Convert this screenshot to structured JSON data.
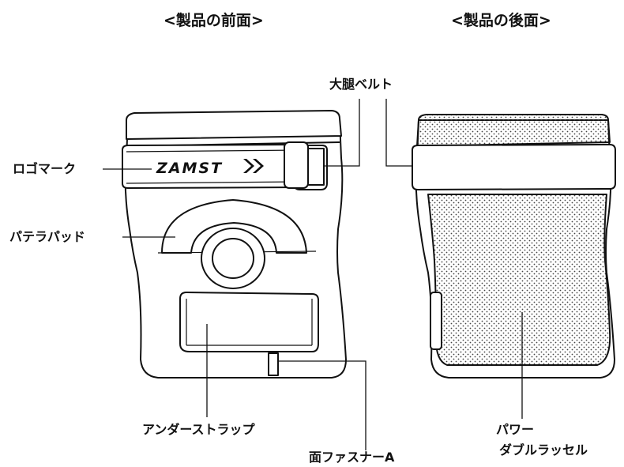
{
  "titles": {
    "front": "<製品の前面>",
    "back": "<製品の後面>"
  },
  "callouts": {
    "thigh_belt": "大腿ベルト",
    "logo_mark": "ロゴマーク",
    "patella_pad": "パテラパッド",
    "under_strap": "アンダーストラップ",
    "fastener": "面ファスナーA",
    "power_line1": "パワー",
    "power_line2": "ダブルラッセル"
  },
  "brand": {
    "logo_text": "ZAMST"
  }
}
